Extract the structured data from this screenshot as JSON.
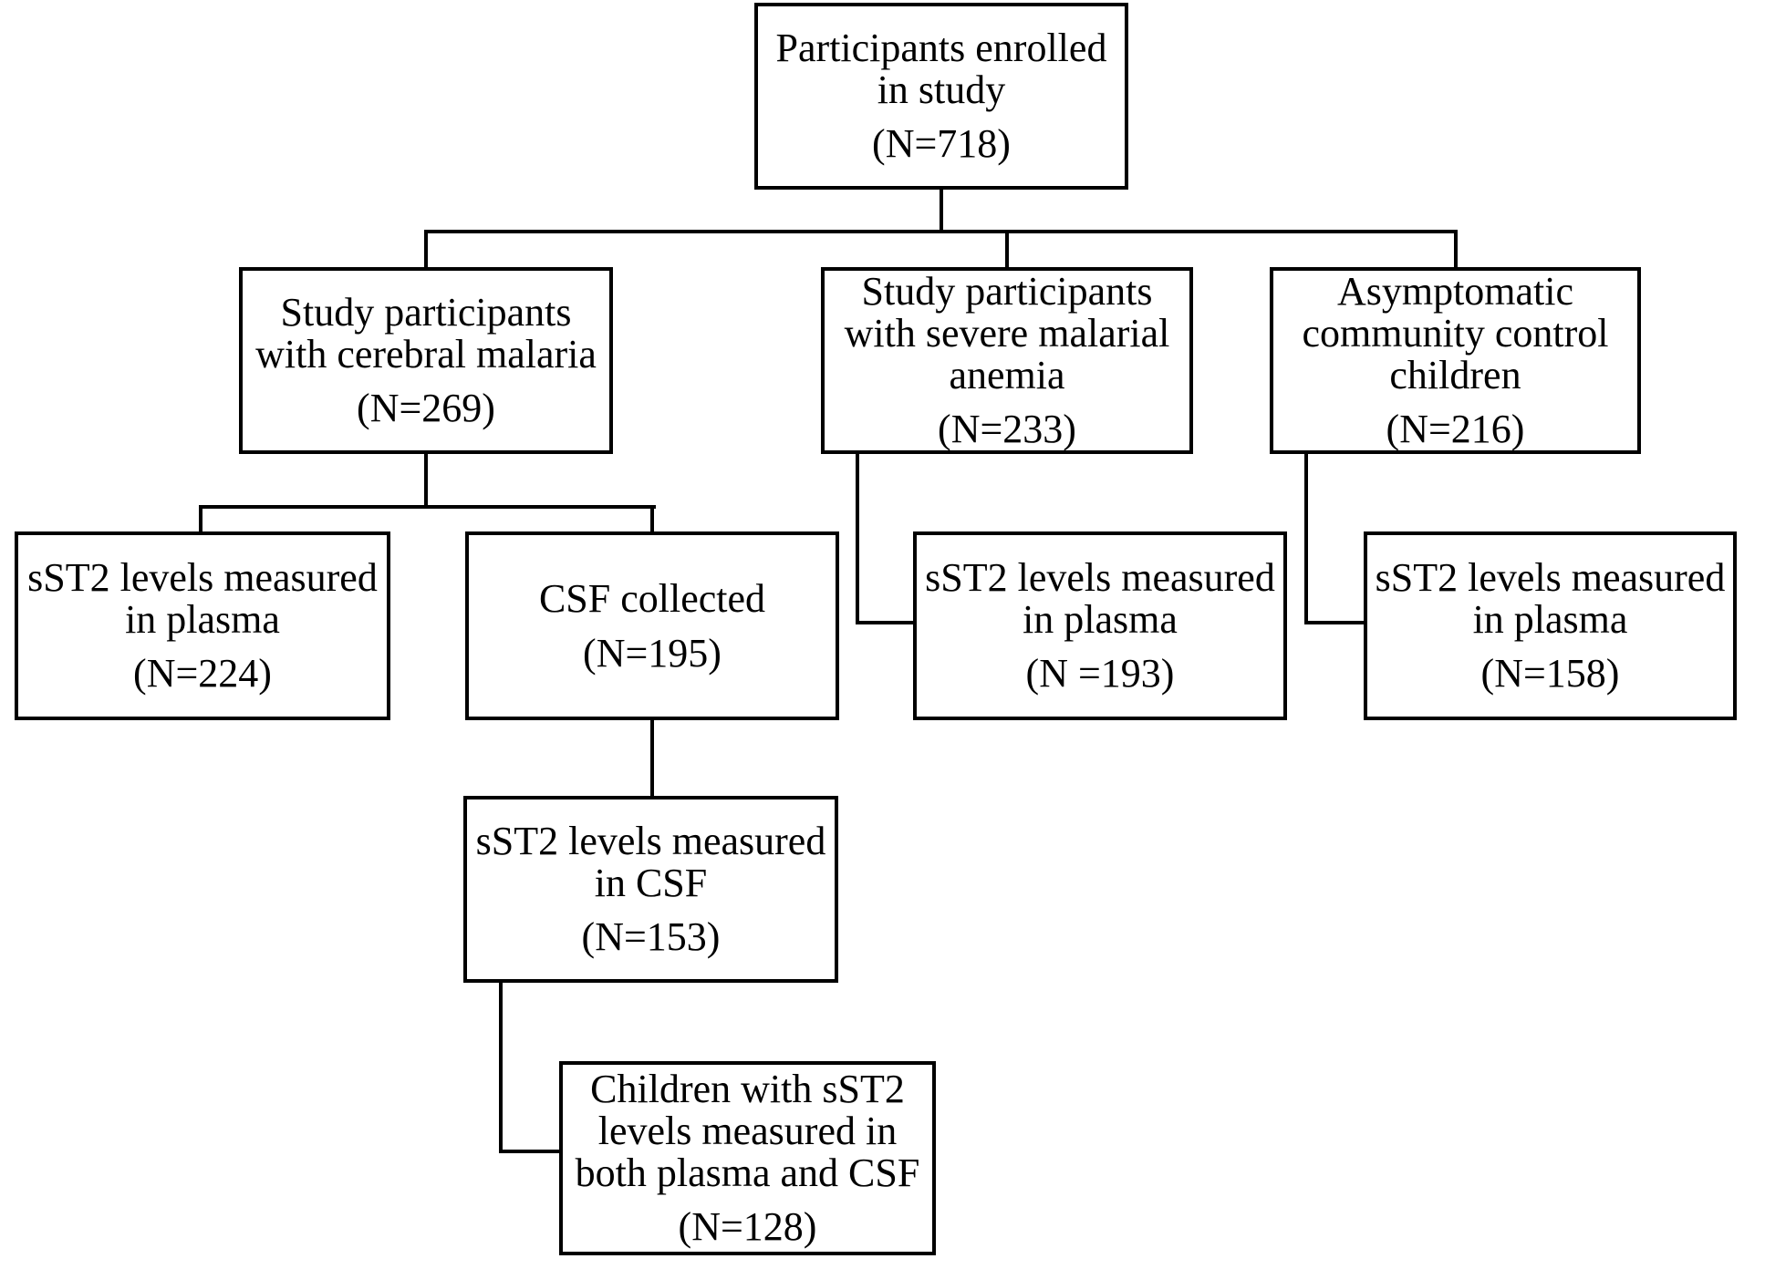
{
  "diagram": {
    "type": "study-flowchart",
    "colors": {
      "stroke": "#000000",
      "background": "#ffffff",
      "text": "#000000"
    },
    "nodes": {
      "enrolled": {
        "label": "Participants enrolled\nin study",
        "n": "(N=718)"
      },
      "cerebral": {
        "label": "Study participants\nwith cerebral malaria",
        "n": "(N=269)"
      },
      "anemia": {
        "label": "Study participants\nwith severe malarial\nanemia",
        "n": "(N=233)"
      },
      "control": {
        "label": "Asymptomatic\ncommunity control\nchildren",
        "n": "(N=216)"
      },
      "plasma_cm": {
        "label": "sST2 levels measured\nin plasma",
        "n": "(N=224)"
      },
      "csf_collected": {
        "label": "CSF collected",
        "n": "(N=195)"
      },
      "plasma_sma": {
        "label": "sST2 levels measured\nin plasma",
        "n": "(N =193)"
      },
      "plasma_cc": {
        "label": "sST2 levels measured\nin plasma",
        "n": "(N=158)"
      },
      "csf_measured": {
        "label": "sST2 levels measured\nin CSF",
        "n": "(N=153)"
      },
      "both": {
        "label": "Children with sST2\nlevels measured in\nboth plasma and CSF",
        "n": "(N=128)"
      }
    }
  }
}
